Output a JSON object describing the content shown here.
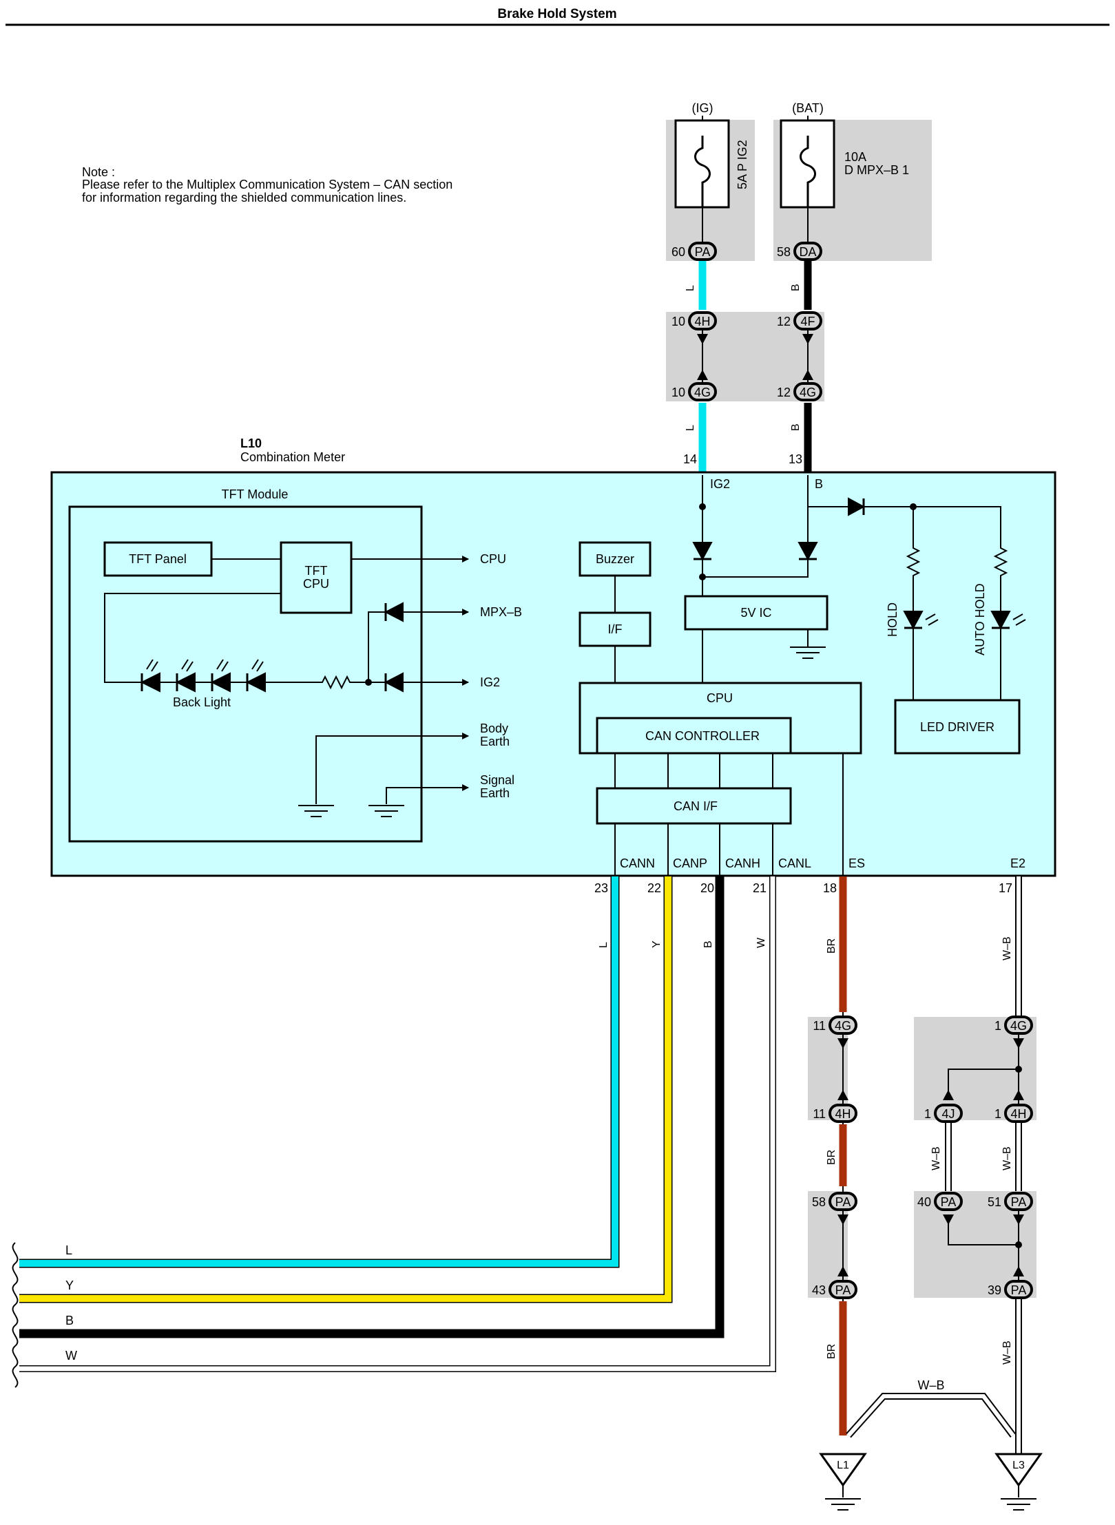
{
  "title": "Brake Hold System",
  "note": {
    "line1": "Note :",
    "line2": "Please refer to the Multiplex Communication System – CAN section",
    "line3": "for information regarding the shielded communication lines."
  },
  "colors": {
    "L": "#00e5ee",
    "Y": "#ffe600",
    "B": "#000000",
    "W": "#ffffff",
    "BR": "#a8300b",
    "W-B": "#ffffff",
    "meter_fill": "#ccffff",
    "gray_block": "#d4d4d4"
  },
  "power": {
    "ig_label": "(IG)",
    "bat_label": "(BAT)",
    "ig_fuse": "5A P IG2",
    "bat_fuse_amp": "10A",
    "bat_fuse_name": "D MPX–B 1"
  },
  "component": {
    "id": "L10",
    "name": "Combination Meter"
  },
  "tft": {
    "module": "TFT Module",
    "panel": "TFT Panel",
    "cpu_line1": "TFT",
    "cpu_line2": "CPU",
    "backlight": "Back Light",
    "out_cpu": "CPU",
    "out_mpxb": "MPX–B",
    "out_ig2": "IG2",
    "body_earth_1": "Body",
    "body_earth_2": "Earth",
    "signal_earth_1": "Signal",
    "signal_earth_2": "Earth"
  },
  "blocks": {
    "buzzer": "Buzzer",
    "if": "I/F",
    "ic5v": "5V IC",
    "cpu": "CPU",
    "can_controller": "CAN CONTROLLER",
    "can_if": "CAN I/F",
    "led_driver": "LED DRIVER",
    "hold": "HOLD",
    "auto_hold": "AUTO HOLD"
  },
  "terminals": {
    "ig2": "IG2",
    "b": "B",
    "cann": "CANN",
    "canp": "CANP",
    "canh": "CANH",
    "canl": "CANL",
    "es": "ES",
    "e2": "E2"
  },
  "pins": {
    "p14": "14",
    "p13": "13",
    "p23": "23",
    "p22": "22",
    "p20": "20",
    "p21": "21",
    "p18": "18",
    "p17": "17"
  },
  "connectors": {
    "pa60": {
      "num": "60",
      "code": "PA"
    },
    "da58": {
      "num": "58",
      "code": "DA"
    },
    "h4_10": {
      "num": "10",
      "code": "4H"
    },
    "f4_12": {
      "num": "12",
      "code": "4F"
    },
    "g4_10": {
      "num": "10",
      "code": "4G"
    },
    "g4_12": {
      "num": "12",
      "code": "4G"
    },
    "g4_11": {
      "num": "11",
      "code": "4G"
    },
    "h4_11": {
      "num": "11",
      "code": "4H"
    },
    "pa58": {
      "num": "58",
      "code": "PA"
    },
    "pa43": {
      "num": "43",
      "code": "PA"
    },
    "g4_1": {
      "num": "1",
      "code": "4G"
    },
    "j4_1": {
      "num": "1",
      "code": "4J"
    },
    "h4_1": {
      "num": "1",
      "code": "4H"
    },
    "pa40": {
      "num": "40",
      "code": "PA"
    },
    "pa51": {
      "num": "51",
      "code": "PA"
    },
    "pa39": {
      "num": "39",
      "code": "PA"
    }
  },
  "wires": {
    "L": "L",
    "B": "B",
    "Y": "Y",
    "W": "W",
    "BR": "BR",
    "WB": "W–B"
  },
  "grounds": {
    "l1": "L1",
    "l3": "L3"
  }
}
